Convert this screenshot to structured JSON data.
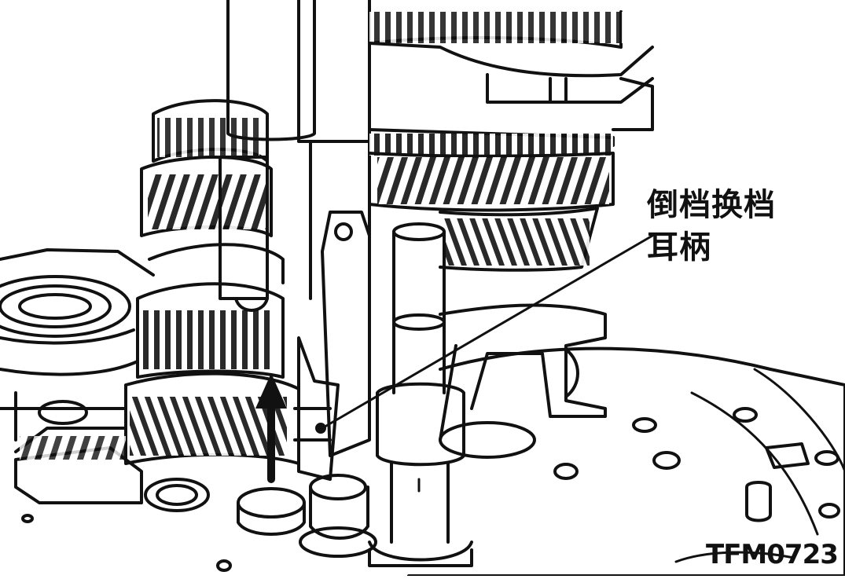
{
  "callout": {
    "line1": "倒档换档",
    "line2": "耳柄"
  },
  "figure_code": "TFM0723",
  "colors": {
    "ink": "#111111",
    "paper": "#ffffff"
  }
}
